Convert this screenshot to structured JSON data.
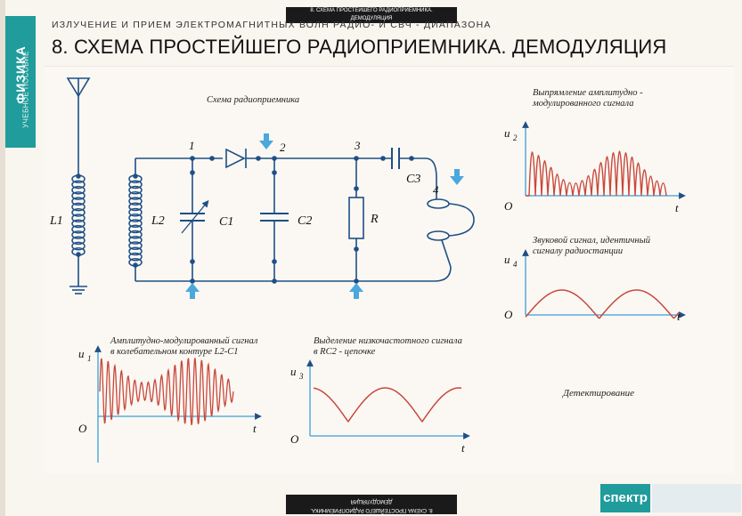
{
  "header": {
    "sheet_label_line1": "8. СХЕМА ПРОСТЕЙШЕГО РАДИОПРИЕМНИКА.",
    "sheet_label_line2": "ДЕМОДУЛЯЦИЯ",
    "subtitle": "ИЗЛУЧЕНИЕ И ПРИЕМ ЭЛЕКТРОМАГНИТНЫХ ВОЛН РАДИО- И СВЧ - ДИАПАЗОНА",
    "title": "8. СХЕМА ПРОСТЕЙШЕГО РАДИОПРИЕМНИКА. ДЕМОДУЛЯЦИЯ"
  },
  "side_tab": {
    "subject": "ФИЗИКА",
    "kind": "УЧЕБНОЕ ПОСОБИЕ"
  },
  "circuit": {
    "caption": "Схема радиоприемника",
    "labels": {
      "L1": "L1",
      "L2": "L2",
      "C1": "C1",
      "C2": "C2",
      "C3": "C3",
      "R": "R",
      "n1": "1",
      "n2": "2",
      "n3": "3",
      "n4": "4"
    }
  },
  "graphs": {
    "rectified": {
      "caption_line1": "Выпрямление амплитудно -",
      "caption_line2": "модулированного сигнала",
      "ylabel_main": "u",
      "ylabel_sub": "2",
      "xlabel": "t",
      "origin": "O"
    },
    "sound": {
      "caption_line1": "Звуковой сигнал, идентичный",
      "caption_line2": "сигналу радиостанции",
      "ylabel_main": "u",
      "ylabel_sub": "4",
      "xlabel": "t",
      "origin": "O"
    },
    "am": {
      "caption_line1": "Амплитудно-модулированный сигнал",
      "caption_line2": "в колебательном контуре  L2-C1",
      "ylabel_main": "u",
      "ylabel_sub": "1",
      "xlabel": "t",
      "origin": "O"
    },
    "lowfreq": {
      "caption_line1": "Выделение низкочастотного сигнала",
      "caption_line2": "в  RC2 - цепочке",
      "ylabel_main": "u",
      "ylabel_sub": "3",
      "xlabel": "t",
      "origin": "O"
    }
  },
  "detection_label": "Детектирование",
  "footer": {
    "sheet_label_line1": "8. СХЕМА ПРОСТЕЙШЕГО РАДИОПРИЕМНИКА.",
    "sheet_label_line2": "ДЕМОДУЛЯЦИЯ",
    "logo": "спектр"
  },
  "colors": {
    "accent": "#1f9c9b",
    "wire": "#1e4f86",
    "signal": "#c8483c",
    "arrow": "#4aa8dd"
  }
}
